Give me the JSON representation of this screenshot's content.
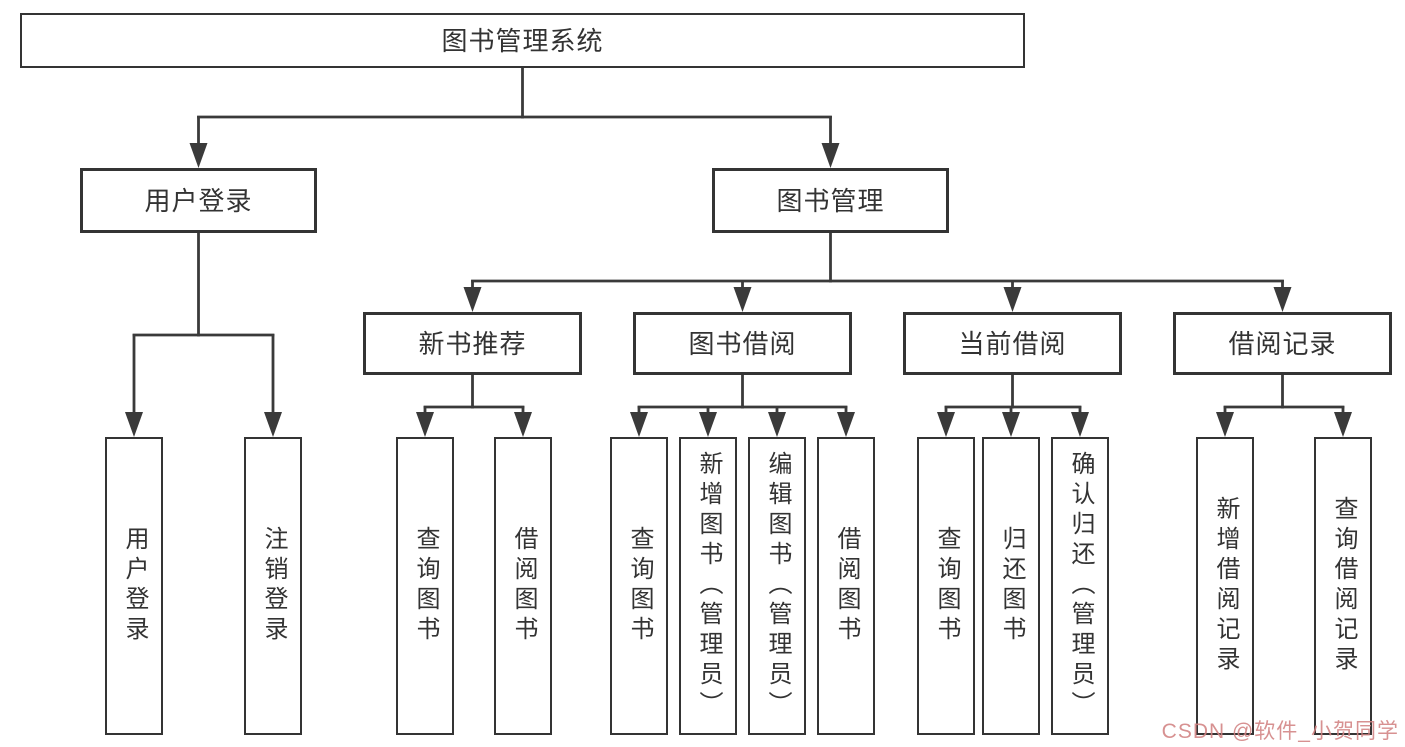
{
  "diagram": {
    "type": "tree-structure-chart",
    "colors": {
      "background": "#ffffff",
      "line": "#3a3a3a",
      "box_border": "#343434",
      "text": "#333333",
      "watermark": "#d28282"
    },
    "nodes": {
      "root": {
        "label": "图书管理系统"
      },
      "userLogin": {
        "label": "用户登录"
      },
      "bookManagement": {
        "label": "图书管理"
      },
      "newBookRecommend": {
        "label": "新书推荐"
      },
      "bookBorrowing": {
        "label": "图书借阅"
      },
      "currentBorrowing": {
        "label": "当前借阅"
      },
      "borrowRecords": {
        "label": "借阅记录"
      },
      "leafUserLogin": {
        "label": "用户登录"
      },
      "leafLogout": {
        "label": "注销登录"
      },
      "leafQueryBooks1": {
        "label": "查询图书"
      },
      "leafBorrowBooks1": {
        "label": "借阅图书"
      },
      "leafQueryBooks2": {
        "label": "查询图书"
      },
      "leafAddBookAdmin": {
        "label": "新增图书（管理员）"
      },
      "leafEditBookAdmin": {
        "label": "编辑图书（管理员）"
      },
      "leafBorrowBooks2": {
        "label": "借阅图书"
      },
      "leafQueryBooks3": {
        "label": "查询图书"
      },
      "leafReturnBooks": {
        "label": "归还图书"
      },
      "leafConfirmReturnAdmin": {
        "label": "确认归还（管理员）"
      },
      "leafAddBorrowRecord": {
        "label": "新增借阅记录"
      },
      "leafQueryBorrowRecord": {
        "label": "查询借阅记录"
      }
    },
    "edges": [
      [
        "root",
        "userLogin"
      ],
      [
        "root",
        "bookManagement"
      ],
      [
        "userLogin",
        "leafUserLogin"
      ],
      [
        "userLogin",
        "leafLogout"
      ],
      [
        "bookManagement",
        "newBookRecommend"
      ],
      [
        "bookManagement",
        "bookBorrowing"
      ],
      [
        "bookManagement",
        "currentBorrowing"
      ],
      [
        "bookManagement",
        "borrowRecords"
      ],
      [
        "newBookRecommend",
        "leafQueryBooks1"
      ],
      [
        "newBookRecommend",
        "leafBorrowBooks1"
      ],
      [
        "bookBorrowing",
        "leafQueryBooks2"
      ],
      [
        "bookBorrowing",
        "leafAddBookAdmin"
      ],
      [
        "bookBorrowing",
        "leafEditBookAdmin"
      ],
      [
        "bookBorrowing",
        "leafBorrowBooks2"
      ],
      [
        "currentBorrowing",
        "leafQueryBooks3"
      ],
      [
        "currentBorrowing",
        "leafReturnBooks"
      ],
      [
        "currentBorrowing",
        "leafConfirmReturnAdmin"
      ],
      [
        "borrowRecords",
        "leafAddBorrowRecord"
      ],
      [
        "borrowRecords",
        "leafQueryBorrowRecord"
      ]
    ],
    "watermark": {
      "text": "CSDN @软件_小贺同学"
    }
  }
}
